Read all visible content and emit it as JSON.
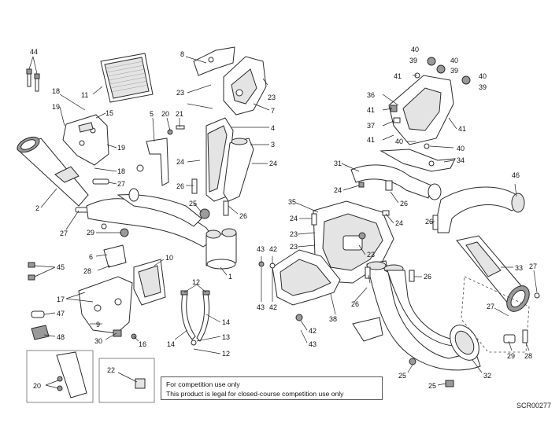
{
  "notice": {
    "line1": "For competition use only",
    "line2": "This product is legal for closed-course competition use only"
  },
  "drawing_code": "SCR00277",
  "callouts": {
    "c44": "44",
    "c11": "11",
    "c18a": "18",
    "c19a": "19",
    "c15": "15",
    "c19b": "19",
    "c18b": "18",
    "c27a": "27",
    "c2": "2",
    "c27b": "27",
    "c29": "29",
    "c5": "5",
    "c20a": "20",
    "c21": "21",
    "c8": "8",
    "c23a": "23",
    "c23b": "23",
    "c7": "7",
    "c4": "4",
    "c3": "3",
    "c24a": "24",
    "c24b": "24",
    "c26a": "26",
    "c25a": "25",
    "c26b": "26",
    "c1": "1",
    "c6": "6",
    "c28a": "28",
    "c10": "10",
    "c45": "45",
    "c17": "17",
    "c47": "47",
    "c9": "9",
    "c30": "30",
    "c16": "16",
    "c48": "48",
    "c12a": "12",
    "c14a": "14",
    "c14b": "14",
    "c13": "13",
    "c12b": "12",
    "c20b": "20",
    "c22": "22",
    "c40a": "40",
    "c39a": "39",
    "c40b": "40",
    "c39b": "39",
    "c40c": "40",
    "c41a": "41",
    "c39c": "39",
    "c36": "36",
    "c41b": "41",
    "c37": "37",
    "c41c": "41",
    "c41d": "41",
    "c40d": "40",
    "c40e": "40",
    "c34": "34",
    "c31": "31",
    "c24c": "24",
    "c26c": "26",
    "c35": "35",
    "c24d": "24",
    "c24e": "24",
    "c23c": "23",
    "c23d": "23",
    "c26d": "26",
    "c46": "46",
    "c43a": "43",
    "c42a": "42",
    "c43b": "43",
    "c42b": "42",
    "c23e": "23",
    "c26e": "26",
    "c26f": "26",
    "c38": "38",
    "c42c": "42",
    "c43c": "43",
    "c33": "33",
    "c27c": "27",
    "c27d": "27",
    "c29b": "29",
    "c28b": "28",
    "c25b": "25",
    "c32": "32",
    "c25c": "25"
  }
}
